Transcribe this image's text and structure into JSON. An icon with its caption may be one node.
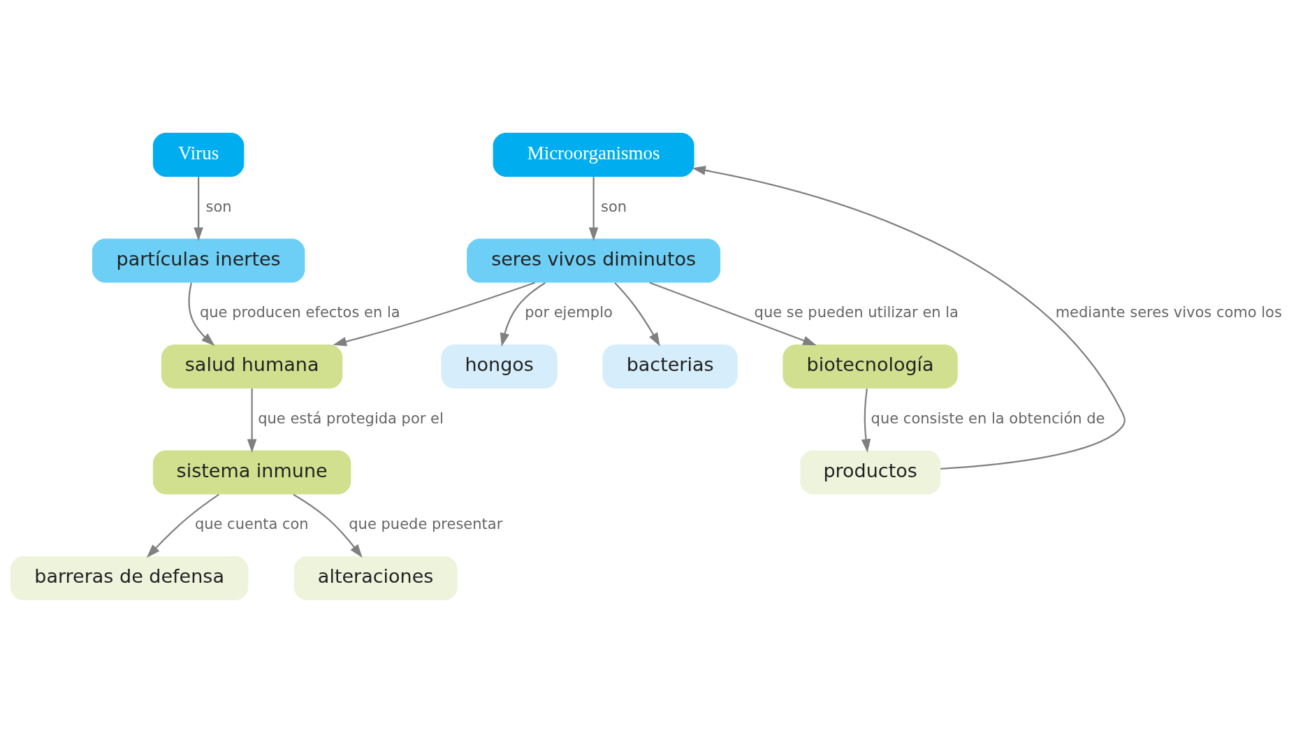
{
  "diagram": {
    "nodes": [
      {
        "text": [
          "Virus"
        ]
      },
      {
        "text": [
          "Microorganismos"
        ]
      },
      {
        "text": [
          "partículas inertes"
        ]
      },
      {
        "text": [
          "seres vivos diminutos"
        ]
      },
      {
        "text": [
          "salud humana"
        ]
      },
      {
        "text": [
          "hongos"
        ]
      },
      {
        "text": [
          "bacterias"
        ]
      },
      {
        "text": [
          "biotecnología"
        ]
      },
      {
        "text": [
          "sistema inmune"
        ]
      },
      {
        "text": [
          "productos"
        ]
      },
      {
        "text": [
          "barreras de defensa"
        ]
      },
      {
        "text": [
          "alteraciones"
        ]
      }
    ],
    "edges": [
      {
        "from": 0,
        "to": 2,
        "arrow": "to",
        "label": "son"
      },
      {
        "from": 1,
        "to": 3,
        "arrow": "to",
        "label": "son"
      },
      {
        "from": 2,
        "to": 4,
        "arrow": "to",
        "label": "que producen efectos en la"
      },
      {
        "from": 3,
        "to": 4,
        "arrow": "to"
      },
      {
        "from": 3,
        "to": 5,
        "arrow": "to",
        "label": "por ejemplo"
      },
      {
        "from": 3,
        "to": 6,
        "arrow": "to"
      },
      {
        "from": 3,
        "to": 7,
        "arrow": "to",
        "label": "que se pueden utilizar en la"
      },
      {
        "from": 4,
        "to": 8,
        "arrow": "to",
        "label": "que está protegida por el"
      },
      {
        "from": 7,
        "to": 9,
        "arrow": "to",
        "label": "que consiste en la obtención de"
      },
      {
        "from": 8,
        "to": 10,
        "arrow": "to",
        "label": "que cuenta con"
      },
      {
        "from": 8,
        "to": 11,
        "arrow": "to",
        "label": "que puede presentar"
      },
      {
        "from": 9,
        "to": 1,
        "arrow": "to",
        "label": "mediante seres vivos como los"
      }
    ]
  }
}
